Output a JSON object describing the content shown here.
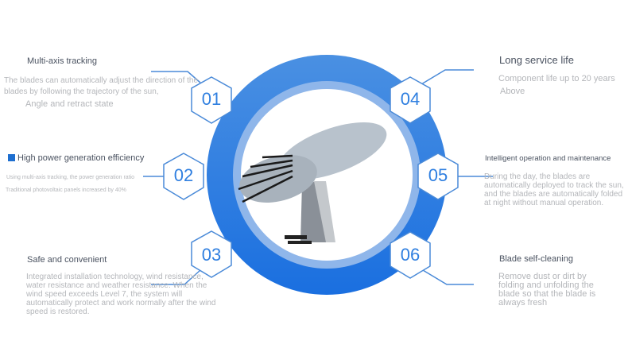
{
  "accent": "#2f7fe0",
  "features": [
    {
      "number": "01",
      "title": "Multi-axis tracking",
      "desc": "The blades can automatically adjust the direction of the blades by following the trajectory of the sun,",
      "desc2": "Angle and retract state"
    },
    {
      "number": "02",
      "title": "High power generation efficiency",
      "desc": "Using multi-axis tracking, the power generation ratio",
      "desc2": "Traditional photovoltaic panels increased by 40%"
    },
    {
      "number": "03",
      "title": "Safe and convenient",
      "desc": "Integrated installation technology, wind resistance, water resistance and weather resistance. When the wind speed exceeds Level 7, the system will automatically protect and work normally after the wind speed is restored."
    },
    {
      "number": "04",
      "title": "Long service life",
      "desc": "Component life up to 20 years",
      "desc2": "Above"
    },
    {
      "number": "05",
      "title": "Intelligent operation and maintenance",
      "desc": "During the day, the blades are automatically deployed to track the sun, and the blades are automatically folded at night without manual operation."
    },
    {
      "number": "06",
      "title": "Blade self-cleaning",
      "desc": "Remove dust or dirt by folding and unfolding the blade so that the blade is always fresh"
    }
  ]
}
